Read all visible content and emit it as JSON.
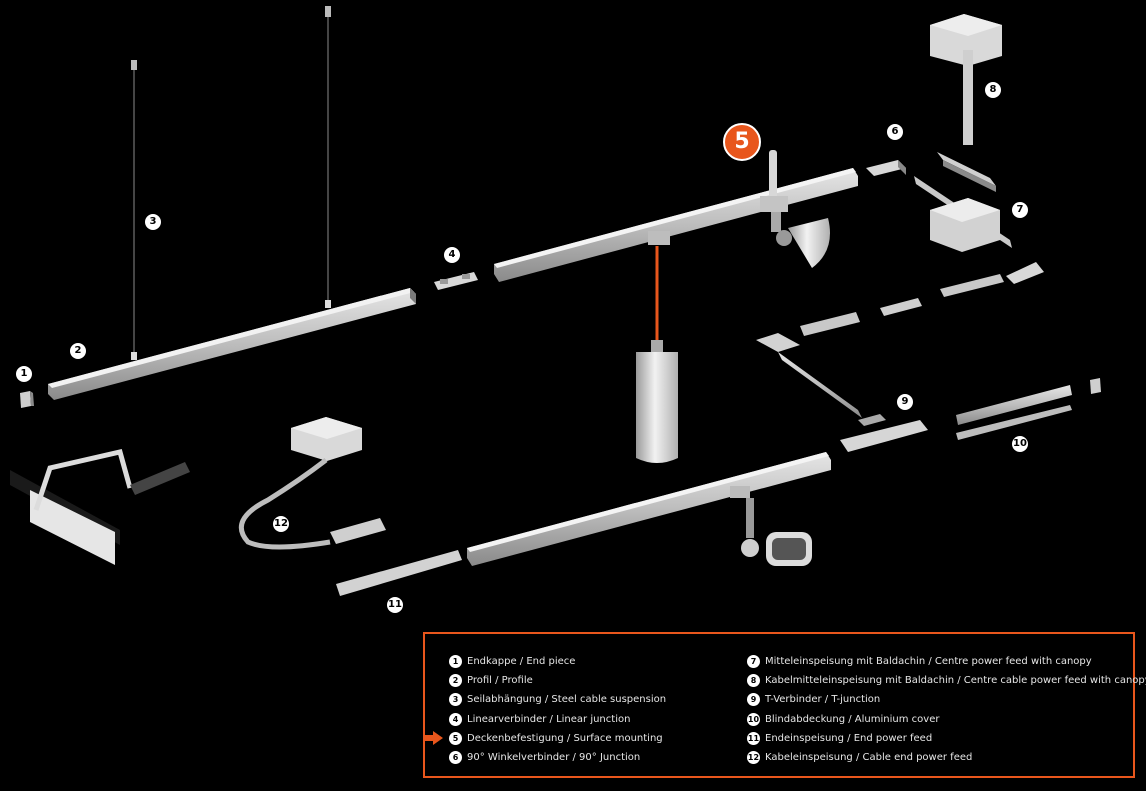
{
  "colors": {
    "accent": "#e8561c",
    "background": "#000000",
    "metal": "#c8c8c8"
  },
  "callouts": {
    "n1": "1",
    "n2": "2",
    "n3": "3",
    "n4": "4",
    "n5": "5",
    "n6": "6",
    "n7": "7",
    "n8": "8",
    "n9": "9",
    "n10": "10",
    "n11": "11",
    "n12": "12"
  },
  "legend": {
    "left": [
      {
        "num": "1",
        "text": "Endkappe / End piece"
      },
      {
        "num": "2",
        "text": "Profil / Profile"
      },
      {
        "num": "3",
        "text": "Seilabhängung / Steel cable suspension"
      },
      {
        "num": "4",
        "text": "Linearverbinder / Linear junction"
      },
      {
        "num": "5",
        "text": "Deckenbefestigung / Surface mounting"
      },
      {
        "num": "6",
        "text": "90° Winkelverbinder / 90° Junction"
      }
    ],
    "right": [
      {
        "num": "7",
        "text": "Mitteleinspeisung mit Baldachin / Centre power feed with canopy"
      },
      {
        "num": "8",
        "text": "Kabelmitteleinspeisung mit Baldachin / Centre cable power feed with canopy"
      },
      {
        "num": "9",
        "text": "T-Verbinder / T-junction"
      },
      {
        "num": "10",
        "text": "Blindabdeckung / Aluminium cover"
      },
      {
        "num": "11",
        "text": "Endeinspeisung / End power feed"
      },
      {
        "num": "12",
        "text": "Kabeleinspeisung / Cable end power feed"
      }
    ],
    "highlight_icon": "right-arrow-icon"
  }
}
